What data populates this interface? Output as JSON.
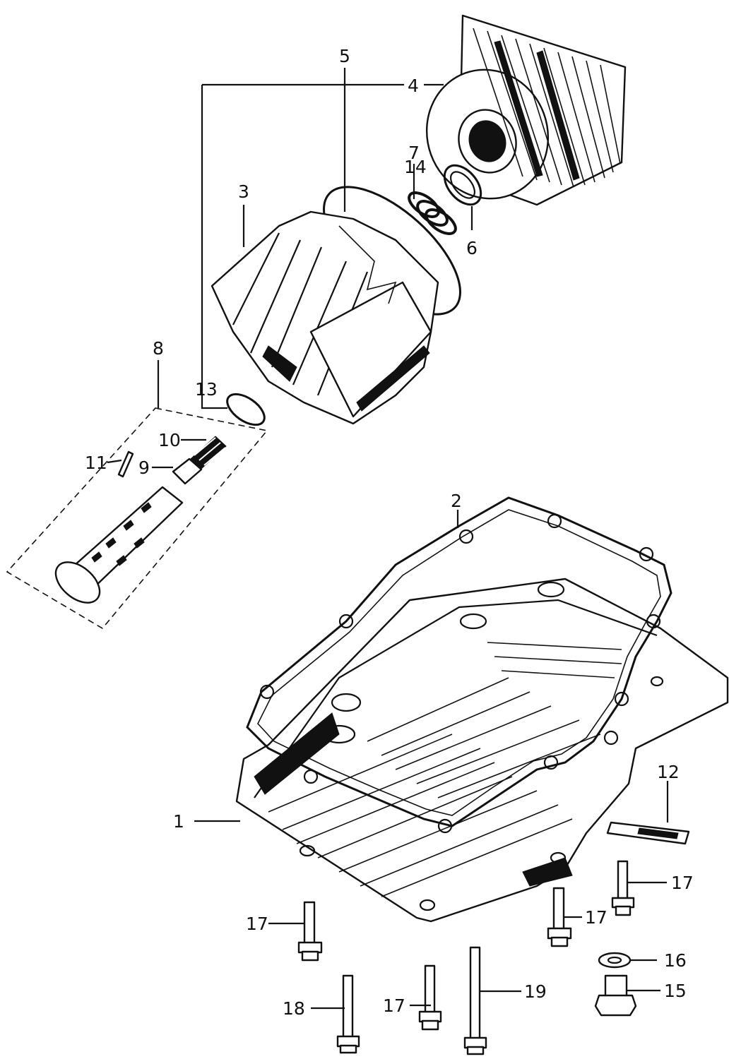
{
  "callouts": [
    {
      "id": "1",
      "text": "1"
    },
    {
      "id": "2",
      "text": "2"
    },
    {
      "id": "3",
      "text": "3"
    },
    {
      "id": "4",
      "text": "4"
    },
    {
      "id": "5",
      "text": "5"
    },
    {
      "id": "6",
      "text": "6"
    },
    {
      "id": "7",
      "text": "7"
    },
    {
      "id": "8",
      "text": "8"
    },
    {
      "id": "9",
      "text": "9"
    },
    {
      "id": "10",
      "text": "10"
    },
    {
      "id": "11",
      "text": "11"
    },
    {
      "id": "12",
      "text": "12"
    },
    {
      "id": "13",
      "text": "13"
    },
    {
      "id": "14",
      "text": "14"
    },
    {
      "id": "15",
      "text": "15"
    },
    {
      "id": "16",
      "text": "16"
    },
    {
      "id": "17a",
      "text": "17"
    },
    {
      "id": "17b",
      "text": "17"
    },
    {
      "id": "17c",
      "text": "17"
    },
    {
      "id": "17d",
      "text": "17"
    },
    {
      "id": "18",
      "text": "18"
    },
    {
      "id": "19",
      "text": "19"
    }
  ]
}
